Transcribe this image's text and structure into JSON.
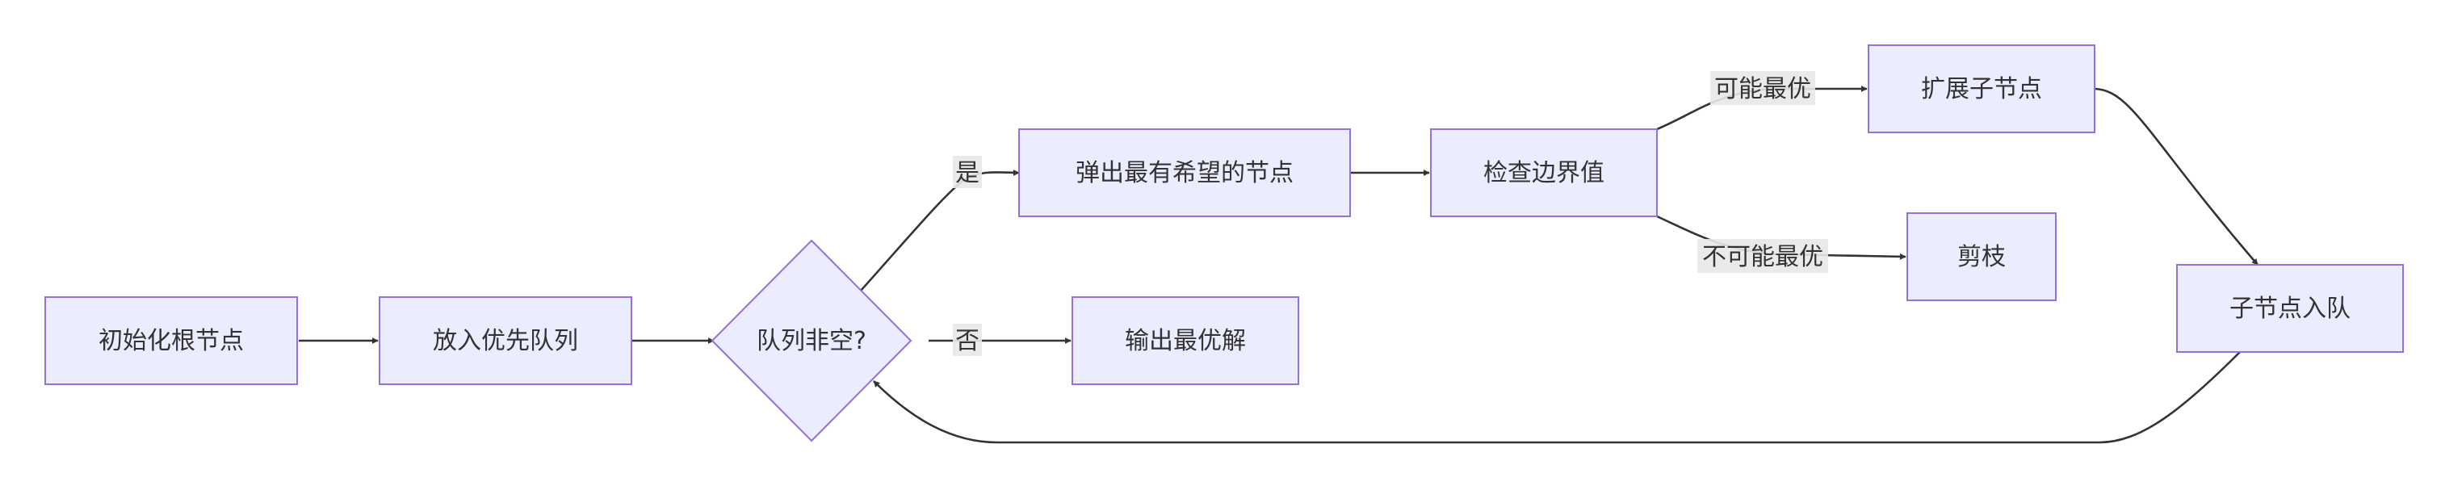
{
  "diagram": {
    "nodes": {
      "init_root": "初始化根节点",
      "push_queue": "放入优先队列",
      "queue_nonempty": "队列非空?",
      "pop_best": "弹出最有希望的节点",
      "check_bound": "检查边界值",
      "expand_children": "扩展子节点",
      "prune": "剪枝",
      "children_enqueue": "子节点入队",
      "output_best": "输出最优解"
    },
    "edge_labels": {
      "yes": "是",
      "no": "否",
      "maybe_optimal": "可能最优",
      "not_optimal": "不可能最优"
    }
  },
  "colors": {
    "node_fill": "#ECECFF",
    "node_stroke": "#9370DB",
    "edge": "#333333",
    "label_bg": "#e8e8e8"
  }
}
